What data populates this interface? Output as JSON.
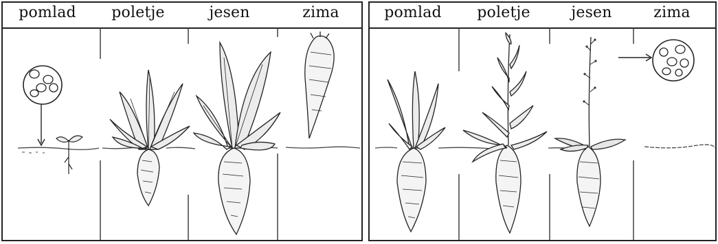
{
  "first_year": {
    "seasons": [
      "pomlad",
      "poletje",
      "jesen",
      "zima"
    ]
  },
  "second_year": {
    "seasons": [
      "pomlad",
      "poletje",
      "jesen",
      "zima"
    ]
  }
}
